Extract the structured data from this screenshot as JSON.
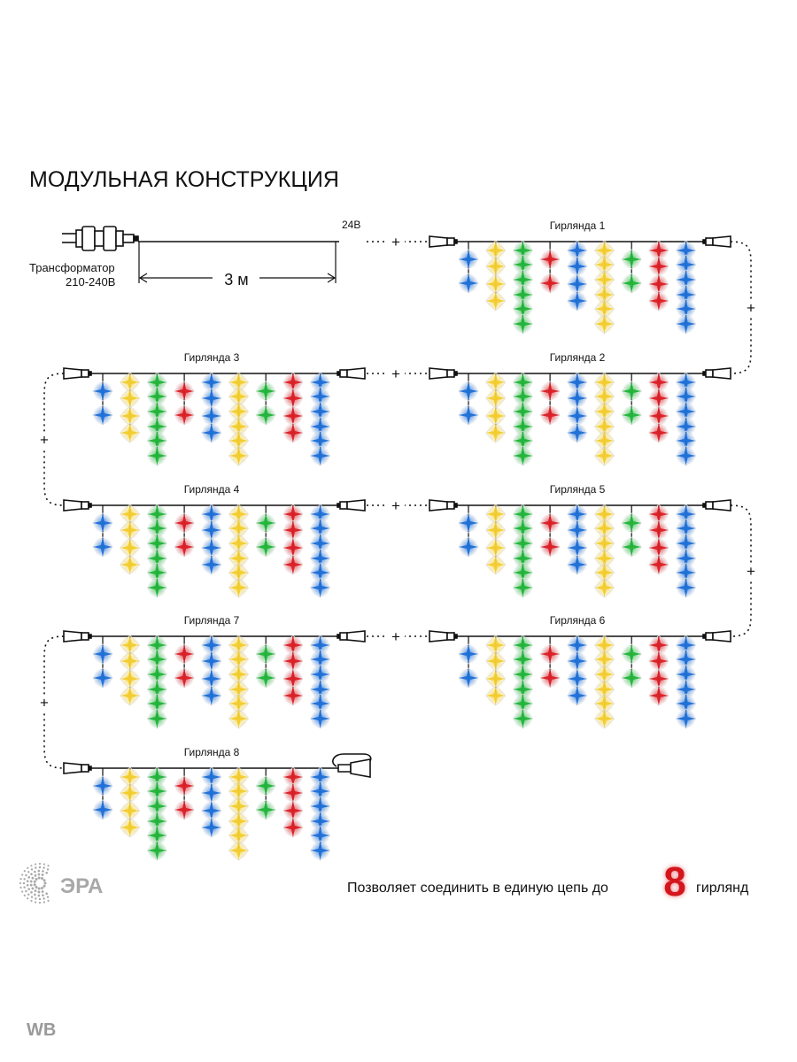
{
  "title": "МОДУЛЬНАЯ КОНСТРУКЦИЯ",
  "transformer": {
    "label_line1": "Трансформатор",
    "label_line2": "210-240В",
    "cable_length": "3 м",
    "output_voltage": "24В"
  },
  "plus_sign": "+",
  "garlands": [
    {
      "name": "Гирлянда 1",
      "column": "right",
      "row": 0
    },
    {
      "name": "Гирлянда 2",
      "column": "right",
      "row": 1
    },
    {
      "name": "Гирлянда 3",
      "column": "left",
      "row": 1
    },
    {
      "name": "Гирлянда 4",
      "column": "left",
      "row": 2
    },
    {
      "name": "Гирлянда 5",
      "column": "right",
      "row": 2
    },
    {
      "name": "Гирлянда 6",
      "column": "right",
      "row": 3
    },
    {
      "name": "Гирлянда 7",
      "column": "left",
      "row": 3
    },
    {
      "name": "Гирлянда 8",
      "column": "left",
      "row": 4
    }
  ],
  "strands": [
    {
      "color": "blue",
      "lights": 2
    },
    {
      "color": "yellow",
      "lights": 4
    },
    {
      "color": "green",
      "lights": 6
    },
    {
      "color": "red",
      "lights": 2
    },
    {
      "color": "blue",
      "lights": 4
    },
    {
      "color": "yellow",
      "lights": 6
    },
    {
      "color": "green",
      "lights": 2
    },
    {
      "color": "red",
      "lights": 4
    },
    {
      "color": "blue",
      "lights": 6
    }
  ],
  "colors": {
    "blue": "#1f6fd6",
    "yellow": "#f2cc2e",
    "green": "#22b33a",
    "red": "#d91f26",
    "accent": "#d4161c",
    "logo": "#a8a8a8",
    "wb": "#9a9a9a"
  },
  "footer": {
    "text_before": "Позволяет соединить в единую цепь до",
    "number": "8",
    "text_after": "гирлянд"
  },
  "logo": {
    "name": "ЭРА"
  },
  "watermark": "WB"
}
